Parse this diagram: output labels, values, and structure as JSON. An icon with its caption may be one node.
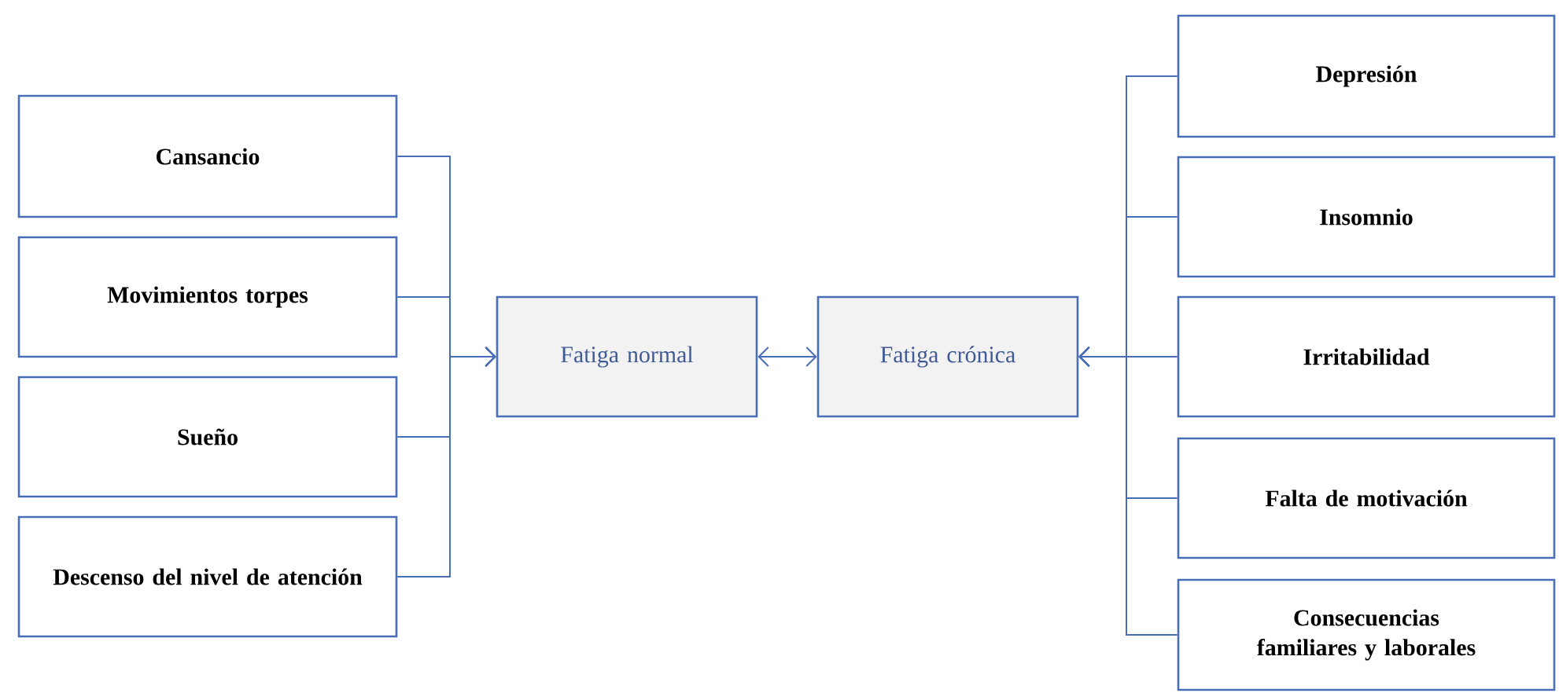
{
  "diagram": {
    "nodes": [
      {
        "text": [
          "Cansancio"
        ]
      },
      {
        "text": [
          "Movimientos torpes"
        ]
      },
      {
        "text": [
          "Sueño"
        ]
      },
      {
        "text": [
          "Descenso del nivel de atención"
        ]
      },
      {
        "text": [
          "Fatiga normal"
        ]
      },
      {
        "text": [
          "Fatiga crónica"
        ]
      },
      {
        "text": [
          "Depresión"
        ]
      },
      {
        "text": [
          "Insomnio"
        ]
      },
      {
        "text": [
          "Irritabilidad"
        ]
      },
      {
        "text": [
          "Falta de motivación"
        ]
      },
      {
        "text": [
          "Consecuencias familiares y laborales"
        ]
      }
    ],
    "edges": [
      {
        "from": 0,
        "to": 4,
        "arrow": "to"
      },
      {
        "from": 1,
        "to": 4,
        "arrow": "to"
      },
      {
        "from": 2,
        "to": 4,
        "arrow": "to"
      },
      {
        "from": 3,
        "to": 4,
        "arrow": "to"
      },
      {
        "from": 4,
        "to": 5,
        "arrow": "both"
      },
      {
        "from": 6,
        "to": 5,
        "arrow": "to"
      },
      {
        "from": 7,
        "to": 5,
        "arrow": "to"
      },
      {
        "from": 8,
        "to": 5,
        "arrow": "to"
      },
      {
        "from": 9,
        "to": 5,
        "arrow": "to"
      },
      {
        "from": 10,
        "to": 5,
        "arrow": "to"
      }
    ]
  }
}
